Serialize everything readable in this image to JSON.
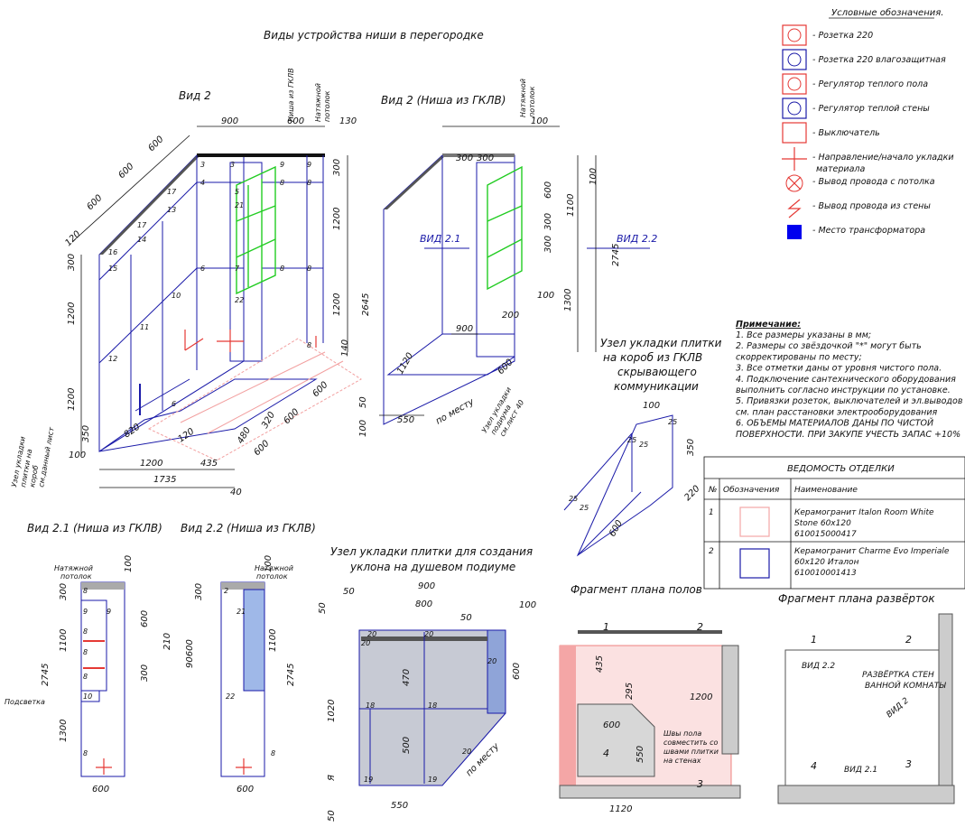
{
  "main_title": "Виды устройства ниши в перегородке",
  "views": {
    "v2": "Вид 2",
    "v2_gklv": "Вид 2 (Ниша из ГКЛВ)",
    "v21": "Вид 2.1 (Ниша из ГКЛВ)",
    "v22": "Вид 2.2 (Ниша из ГКЛВ)",
    "vid21_arrow": "ВИД 2.1",
    "vid22_arrow": "ВИД 2.2"
  },
  "labels": {
    "nisha_gklv": "Ниша из ГКЛВ",
    "natyazhnoy": "Натяжной потолок",
    "natyazhnoy_line1": "Натяжной",
    "natyazhnoy_line2": "потолок",
    "uzel_kladki_left_1": "Узел укладки",
    "uzel_kladki_left_2": "плитки на",
    "uzel_kladki_left_3": "короб",
    "uzel_kladki_left_4": "см.данный лист",
    "po_mestu": "по месту",
    "uzel_podium_1": "Узел укладки",
    "uzel_podium_2": "подиума",
    "uzel_podium_3": "см.лист 40",
    "podsvetka": "Подсветка"
  },
  "korob": {
    "title_1": "Узел укладки плитки",
    "title_2": "на короб из ГКЛВ",
    "title_3": "скрывающего",
    "title_4": "коммуникации"
  },
  "podium": {
    "title_1": "Узел укладки плитки для создания",
    "title_2": "уклона на душевом подиуме"
  },
  "fragments": {
    "floor": "Фрагмент плана полов",
    "walls": "Фрагмент плана развёрток",
    "razvertka_1": "РАЗВЁРТКА СТЕН",
    "razvertka_2": "ВАННОЙ КОМНАТЫ",
    "vid2": "ВИД 2",
    "vid21": "ВИД 2.1",
    "vid22": "ВИД 2.2",
    "shvy_1": "Швы пола",
    "shvy_2": "совместить со",
    "shvy_3": "швами плитки",
    "shvy_4": "на стенах"
  },
  "legend": {
    "title": "Условные обозначения.",
    "items": [
      {
        "label": "- Розетка 220",
        "icon": "socket-icon",
        "color": "#e53935"
      },
      {
        "label": "- Розетка 220 влагозащитная",
        "icon": "socket-waterproof-icon",
        "color": "#1a1aa8"
      },
      {
        "label": "- Регулятор теплого пола",
        "icon": "floor-heating-regulator-icon",
        "color": "#e53935"
      },
      {
        "label": "- Регулятор теплой стены",
        "icon": "wall-heating-regulator-icon",
        "color": "#1a1aa8"
      },
      {
        "label": "- Выключатель",
        "icon": "switch-icon",
        "color": "#e53935"
      },
      {
        "label": "- Направление/начало укладки",
        "label2": "материала",
        "icon": "direction-arrows-icon",
        "color": "#e53935"
      },
      {
        "label": "- Вывод провода с потолка",
        "icon": "ceiling-wire-icon",
        "color": "#e53935"
      },
      {
        "label": "- Вывод провода из стены",
        "icon": "wall-wire-icon",
        "color": "#e53935"
      },
      {
        "label": "- Место трансформатора",
        "icon": "transformer-icon",
        "color": "#0000ee"
      }
    ]
  },
  "notes": {
    "heading": "Примечание:",
    "lines": [
      "1. Все размеры указаны в мм;",
      "2. Размеры со звёздочкой \"*\" могут быть",
      "скорректированы по месту;",
      "3. Все отметки даны от уровня чистого пола.",
      "4. Подключение сантехнического оборудования",
      "выполнить согласно инструкции по установке.",
      "5. Привязки розеток, выключателей и эл.выводов",
      "см. план расстановки электрооборудования",
      "6. ОБЪЕМЫ МАТЕРИАЛОВ ДАНЫ ПО ЧИСТОЙ",
      "ПОВЕРХНОСТИ. ПРИ ЗАКУПЕ УЧЕСТЬ ЗАПАС +10%"
    ]
  },
  "finish_table": {
    "title": "ВЕДОМОСТЬ ОТДЕЛКИ",
    "headers": [
      "№",
      "Обозначения",
      "Наименование"
    ],
    "rows": [
      {
        "num": "1",
        "swatch": "#f4a6a6",
        "name": [
          "Керамогранит Italon Room White",
          "Stone 60x120",
          "610015000417"
        ]
      },
      {
        "num": "2",
        "swatch": "#1a1aa8",
        "name": [
          "Керамогранит Charme Evo Imperiale",
          "60x120 Италон",
          "610010001413"
        ]
      }
    ]
  },
  "dims": {
    "v2": [
      "900",
      "600",
      "130",
      "600",
      "600",
      "600",
      "120",
      "300",
      "1200",
      "1200",
      "350",
      "100",
      "1200",
      "435",
      "1735",
      "40",
      "820",
      "120",
      "480",
      "600",
      "320",
      "600",
      "140",
      "300",
      "1200",
      "1200",
      "2645"
    ],
    "v2b": [
      "300",
      "300",
      "100",
      "600",
      "1100",
      "300",
      "100",
      "1300",
      "2745",
      "200",
      "100",
      "900",
      "1120",
      "50",
      "100",
      "550",
      "600"
    ],
    "korob": [
      "100",
      "25",
      "25",
      "25",
      "350",
      "220",
      "25",
      "600"
    ],
    "v21": [
      "100",
      "300",
      "1100",
      "600",
      "210",
      "300",
      "2745",
      "1300",
      "600"
    ],
    "v22": [
      "100",
      "300",
      "90600",
      "1100",
      "2745",
      "600"
    ],
    "podium": [
      "900",
      "50",
      "800",
      "100",
      "50",
      "50",
      "470",
      "600",
      "1020",
      "500",
      "550",
      "50",
      "20",
      "18",
      "19"
    ],
    "floor": [
      "435",
      "295",
      "1200",
      "600",
      "550",
      "1120"
    ],
    "element_nums": [
      "3",
      "4",
      "5",
      "6",
      "7",
      "8",
      "9",
      "10",
      "11",
      "12",
      "13",
      "14",
      "15",
      "16",
      "17",
      "20",
      "21",
      "22"
    ]
  }
}
